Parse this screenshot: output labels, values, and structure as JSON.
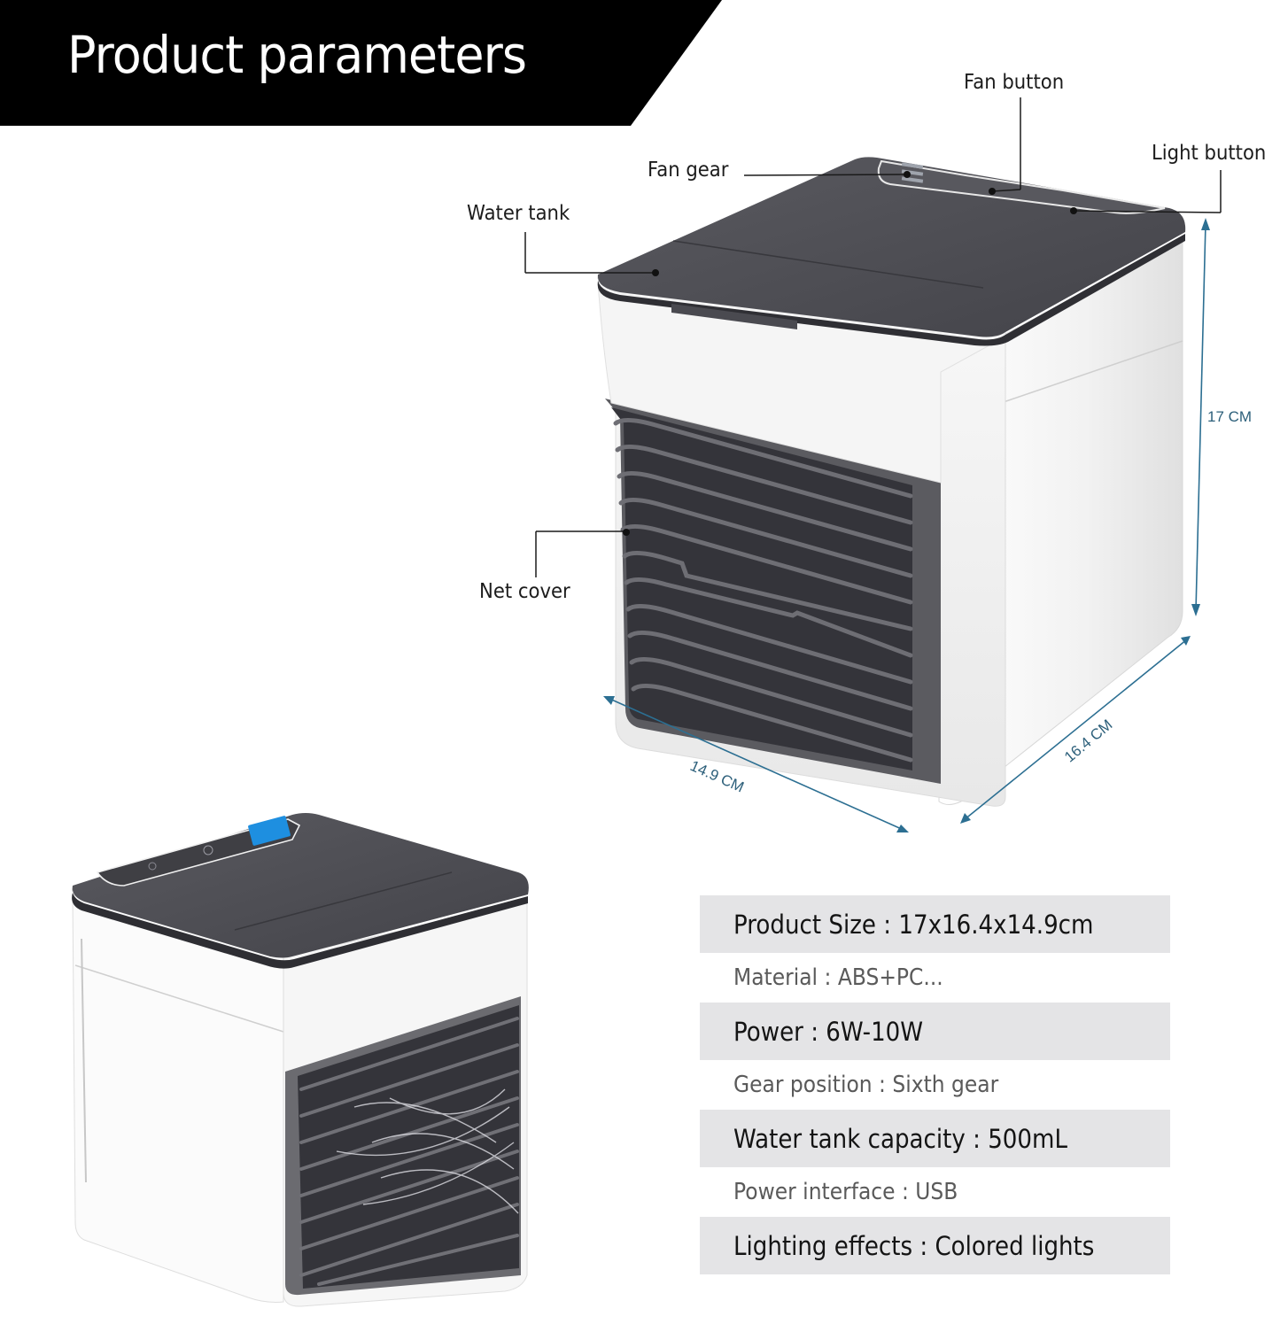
{
  "banner": {
    "title": "Product parameters",
    "background_color": "#000000",
    "text_color": "#ffffff"
  },
  "callouts": {
    "fan_button": "Fan button",
    "light_button": "Light button",
    "fan_gear": "Fan gear",
    "water_tank": "Water tank",
    "net_cover": "Net cover"
  },
  "dimensions": {
    "height": "17 CM",
    "depth": "16.4 CM",
    "width": "14.9 CM",
    "line_color": "#2c6f92"
  },
  "specs": [
    {
      "text": "Product Size : 17x16.4x14.9cm",
      "style": "shaded"
    },
    {
      "text": "Material : ABS+PC...",
      "style": "plain"
    },
    {
      "text": "Power : 6W-10W",
      "style": "shaded"
    },
    {
      "text": "Gear position : Sixth gear",
      "style": "plain"
    },
    {
      "text": "Water tank capacity : 500mL",
      "style": "shaded"
    },
    {
      "text": "Power interface : USB",
      "style": "plain"
    },
    {
      "text": "Lighting effects : Colored lights",
      "style": "shaded"
    }
  ],
  "colors": {
    "lid": "#4a4a50",
    "body": "#f4f4f4",
    "grille": "#3c3c40",
    "display": "#1e8fe0",
    "spec_row_bg": "#e4e4e6"
  }
}
